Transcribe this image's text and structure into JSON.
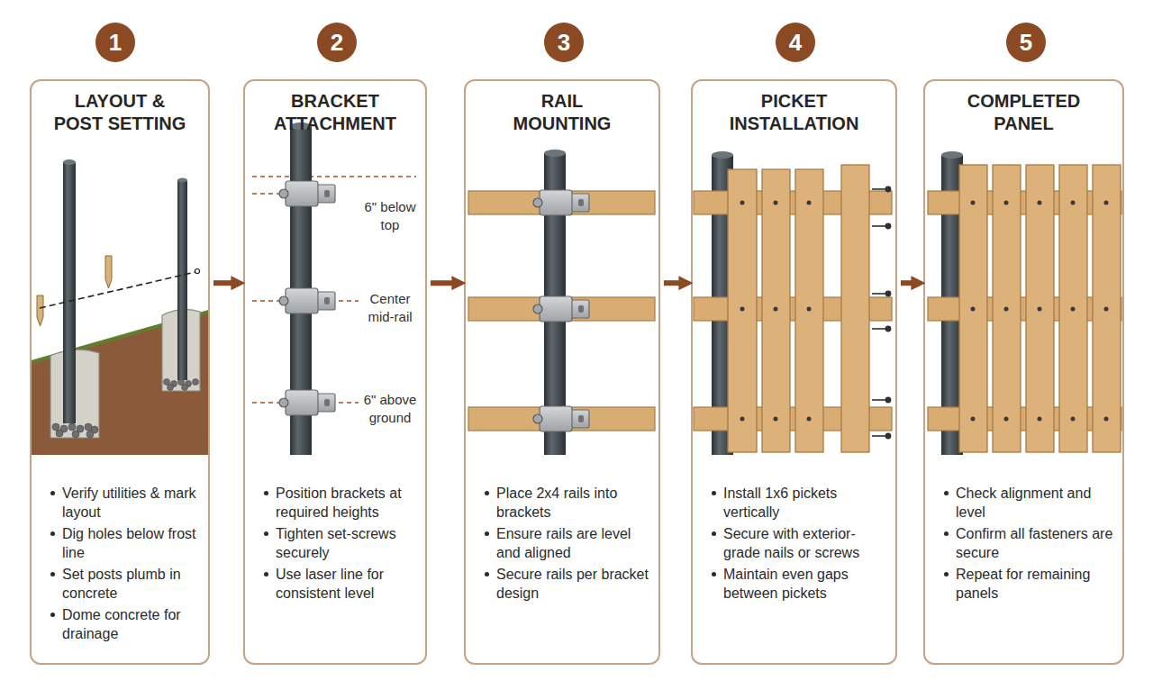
{
  "diagram": {
    "nodes": [
      {
        "text": [
          "1"
        ]
      },
      {
        "text": [
          "LAYOUT & POST SETTING",
          "Verify utilities & mark layout",
          "Dig holes below frost line",
          "Set posts plumb in concrete",
          "Dome concrete for drainage"
        ]
      },
      {
        "text": [
          "2"
        ]
      },
      {
        "text": [
          "BRACKET ATTACHMENT",
          "Position brackets at required heights",
          "Tighten set-screws securely",
          "Use laser line for consistent level"
        ]
      },
      {
        "text": [
          "3"
        ]
      },
      {
        "text": [
          "RAIL MOUNTING",
          "Place 2x4 rails into brackets",
          "Ensure rails are level and aligned",
          "Secure rails per bracket design"
        ]
      },
      {
        "text": [
          "4"
        ]
      },
      {
        "text": [
          "PICKET INSTALLATION",
          "Install 1x6 pickets vertically",
          "Secure with exterior-grade nails or screws",
          "Maintain even gaps between pickets"
        ]
      },
      {
        "text": [
          "5"
        ]
      },
      {
        "text": [
          "COMPLETED PANEL",
          "Check alignment and level",
          "Confirm all fasteners are secure",
          "Repeat for remaining panels"
        ]
      }
    ],
    "edges": [
      {
        "from": 1,
        "to": 3,
        "arrow": "to"
      },
      {
        "from": 3,
        "to": 5,
        "arrow": "to"
      },
      {
        "from": 5,
        "to": 7,
        "arrow": "to"
      },
      {
        "from": 7,
        "to": 9,
        "arrow": "to"
      }
    ],
    "labels": [
      "6\" below top",
      "Center mid-rail",
      "6\" above ground"
    ]
  }
}
